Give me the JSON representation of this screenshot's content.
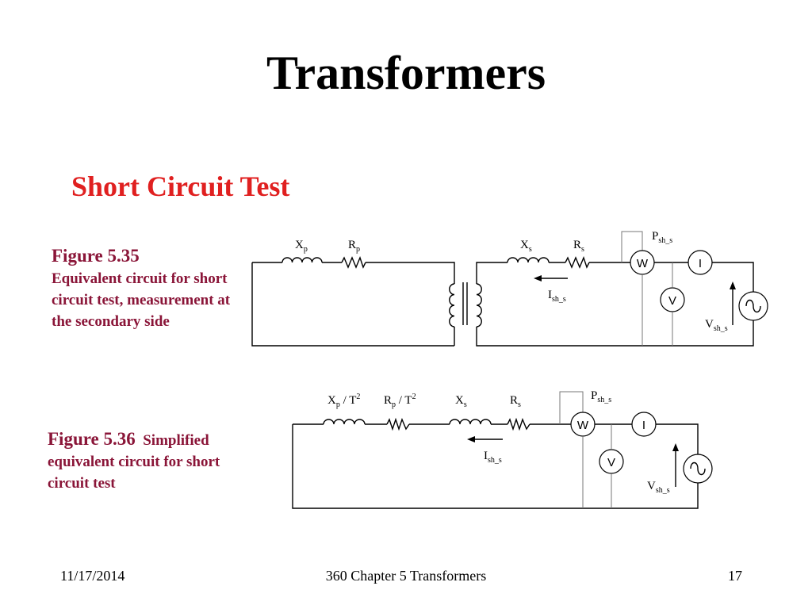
{
  "slide": {
    "title": "Transformers",
    "subtitle": "Short Circuit Test"
  },
  "figure1": {
    "label": "Figure 5.35",
    "caption": "Equivalent circuit for short circuit test, measurement at the secondary side",
    "labels": {
      "xp": "X",
      "xp_sub": "p",
      "rp": "R",
      "rp_sub": "p",
      "xs": "X",
      "xs_sub": "s",
      "rs": "R",
      "rs_sub": "s",
      "psh": "P",
      "psh_sub": "sh_s",
      "ish": "I",
      "ish_sub": "sh_s",
      "vsh": "V",
      "vsh_sub": "sh_s"
    },
    "meters": {
      "watt": "W",
      "current": "I",
      "voltage": "V"
    }
  },
  "figure2": {
    "label": "Figure 5.36",
    "caption_inline": "Simplified",
    "caption": "equivalent circuit for short circuit test",
    "labels": {
      "xp": "X",
      "xp_sub": "p",
      "xp_suffix": " / T",
      "xp_sup": "2",
      "rp": "R",
      "rp_sub": "p",
      "rp_suffix": " / T",
      "rp_sup": "2",
      "xs": "X",
      "xs_sub": "s",
      "rs": "R",
      "rs_sub": "s",
      "psh": "P",
      "psh_sub": "sh_s",
      "ish": "I",
      "ish_sub": "sh_s",
      "vsh": "V",
      "vsh_sub": "sh_s"
    },
    "meters": {
      "watt": "W",
      "current": "I",
      "voltage": "V"
    }
  },
  "footer": {
    "date": "11/17/2014",
    "course": "360 Chapter 5  Transformers",
    "page": "17"
  }
}
